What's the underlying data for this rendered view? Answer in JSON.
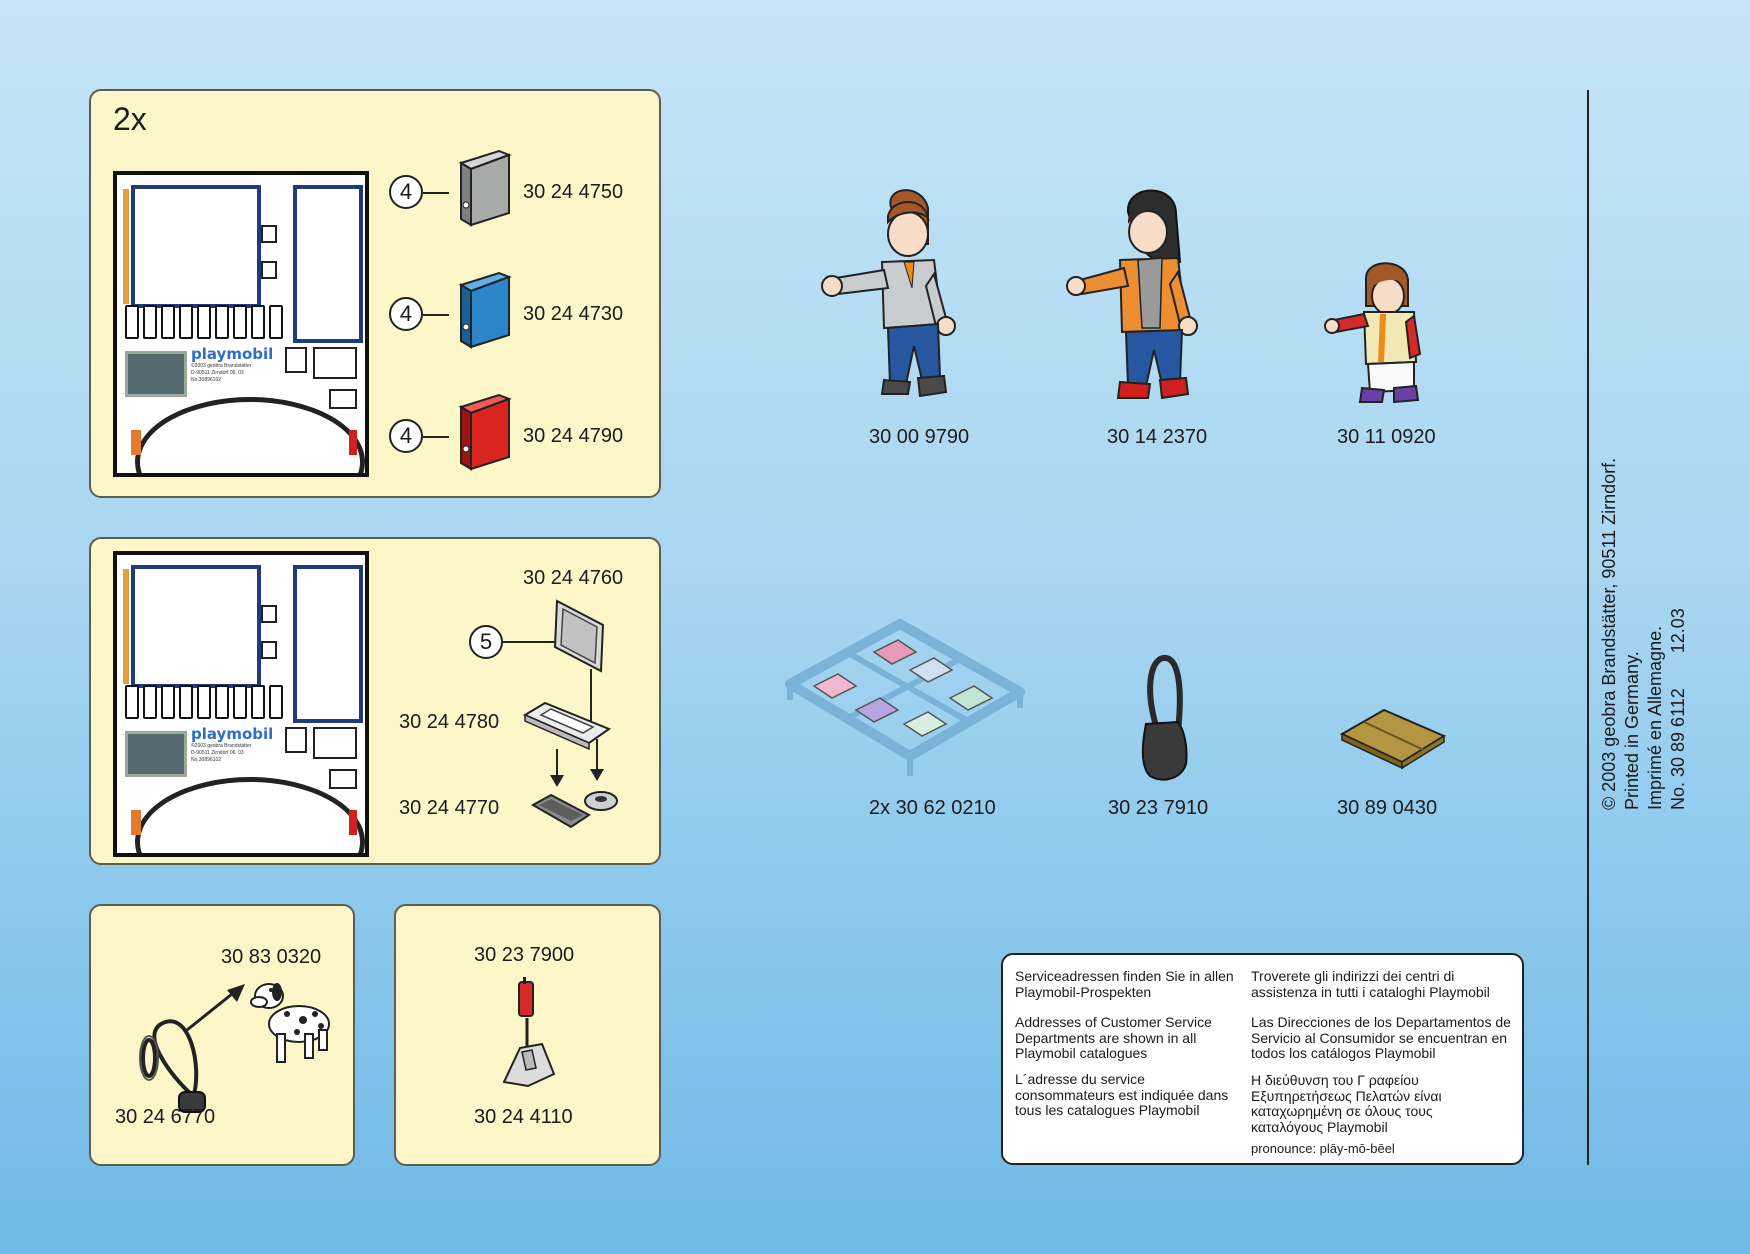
{
  "panel1": {
    "qty": "2x",
    "parts": [
      {
        "callout": "4",
        "number": "30 24 4750",
        "color": "#a9abab"
      },
      {
        "callout": "4",
        "number": "30 24 4730",
        "color": "#2a86c8"
      },
      {
        "callout": "4",
        "number": "30 24 4790",
        "color": "#d9241f"
      }
    ]
  },
  "panel2": {
    "monitor_callout": "5",
    "monitor": "30 24 4760",
    "stand": "30 24 4780",
    "keyboard": "30 24 4770"
  },
  "panel3": {
    "dog": "30 83 0320",
    "leash": "30 24 6770"
  },
  "panel4": {
    "phone": "30 23 7900",
    "holder": "30 24 4110"
  },
  "figures": [
    {
      "number": "30 00 9790"
    },
    {
      "number": "30 14 2370"
    },
    {
      "number": "30 11 0920"
    }
  ],
  "accessories": [
    {
      "number": "2x 30 62 0210"
    },
    {
      "number": "30 23 7910"
    },
    {
      "number": "30 89 0430"
    }
  ],
  "sheet_text": {
    "logo": "playmobil",
    "fine1": "©2003 geobra Brandstätter",
    "fine2": "D-90511 Zirndorf    06. 03",
    "fine3": "No.30896102"
  },
  "copyright": {
    "line1": "© 2003 geobra Brandstätter, 90511 Zirndorf.",
    "line2": "Printed in Germany.",
    "line3": "Imprimé en Allemagne.",
    "line4": "No. 30 89 6112       12.03"
  },
  "service": {
    "de": "Serviceadressen finden Sie in allen Playmobil-Prospekten",
    "en": "Addresses of Customer Service Departments are shown in all Playmobil catalogues",
    "fr": "L´adresse du service consommateurs est indiquée dans tous les catalogues Playmobil",
    "it": "Troverete gli indirizzi dei centri di assistenza in tutti i cataloghi Playmobil",
    "es": "Las Direcciones de los Departamentos de Servicio al Consumidor se encuentran en todos los catálogos Playmobil",
    "gr": "Η διεύθυνση του Γ ραφείου Εξυπηρετήσεως Πελατών είναι καταχωρημένη σε όλους τους καταλόγους Playmobil",
    "pronounce": "pronounce: plāy-mō-bēel"
  }
}
